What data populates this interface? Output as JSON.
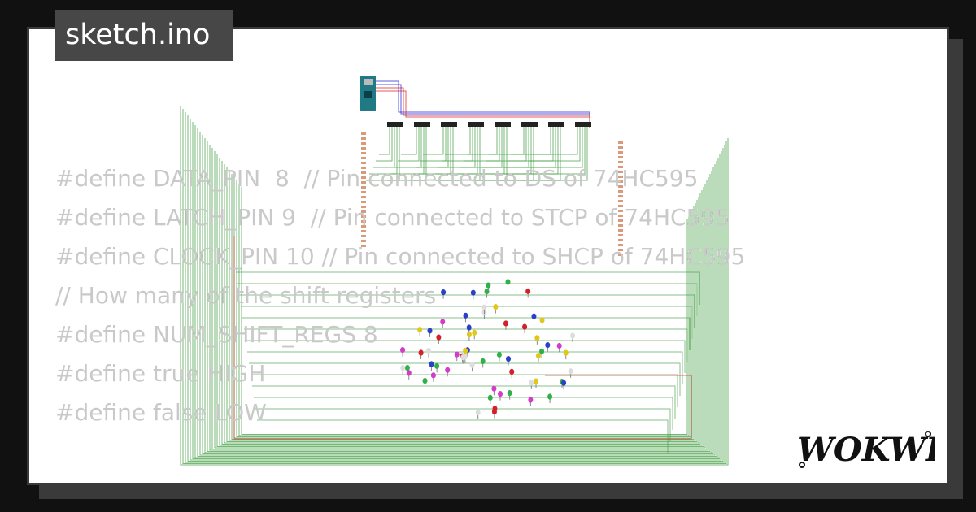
{
  "project": {
    "title": "sketch.ino"
  },
  "code_lines": [
    "#define DATA_PIN  8  // Pin connected to DS of 74HC595",
    "#define LATCH_PIN 9  // Pin connected to STCP of 74HC595",
    "#define CLOCK_PIN 10 // Pin connected to SHCP of 74HC595",
    "",
    "// How many of the shift registers",
    "#define NUM_SHIFT_REGS 8",
    "#define true HIGH",
    "#define false LOW"
  ],
  "brand": {
    "name": "WOKWI"
  },
  "circuit": {
    "shift_register_count": 8,
    "led_colors": [
      "#d4202a",
      "#2b3fc9",
      "#e0c81a",
      "#2fb04a",
      "#d33bc9",
      "#dddddd"
    ],
    "wire_color": "#3c9a3c",
    "power_wire_color": "#e03030",
    "signal_wire_color": "#3030e0"
  }
}
